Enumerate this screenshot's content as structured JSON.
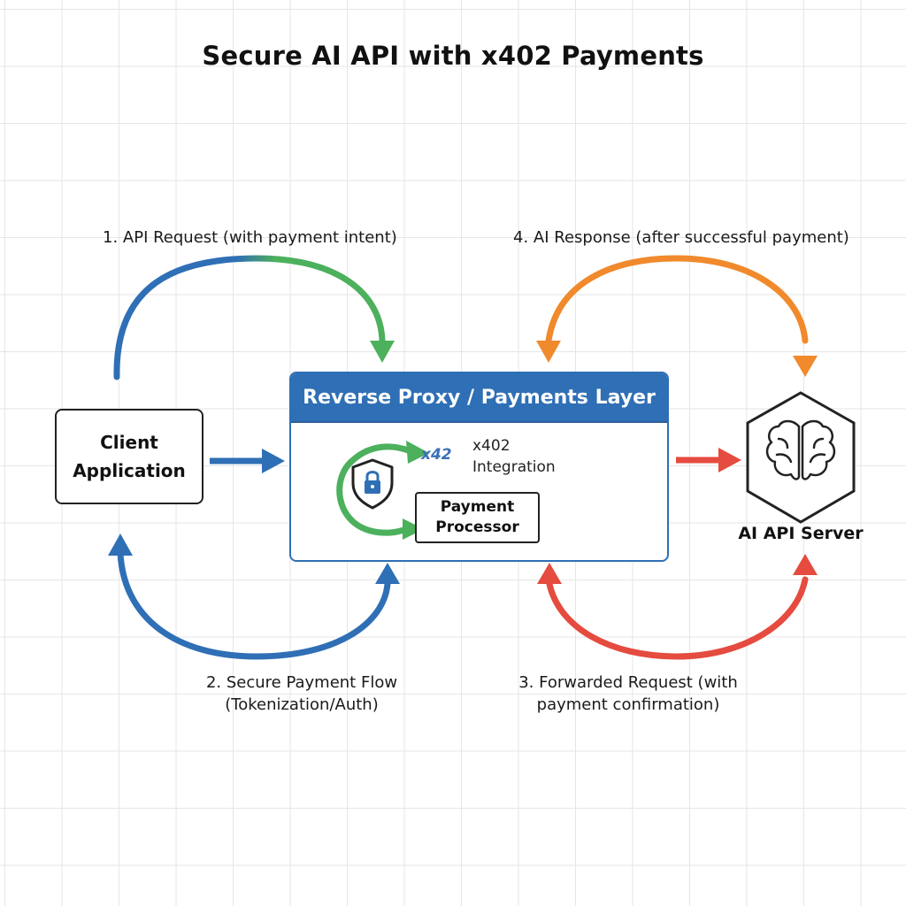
{
  "title": "Secure AI API with x402 Payments",
  "steps": {
    "step1": "1. API Request (with payment intent)",
    "step2_line1": "2. Secure Payment Flow",
    "step2_line2": "(Tokenization/Auth)",
    "step3_line1": "3. Forwarded Request (with",
    "step3_line2": "payment confirmation)",
    "step4": "4. AI Response (after successful payment)"
  },
  "client": {
    "line1": "Client",
    "line2": "Application"
  },
  "proxy": {
    "header": "Reverse Proxy / Payments Layer",
    "logo": "x42",
    "integration_line1": "x402",
    "integration_line2": "Integration",
    "processor_line1": "Payment",
    "processor_line2": "Processor"
  },
  "server": {
    "label": "AI API Server"
  },
  "colors": {
    "blue": "#2f6fb5",
    "green": "#4cb05c",
    "orange": "#f08a2c",
    "red": "#e54b3f"
  },
  "icons": [
    "shield-lock-icon",
    "brain-icon"
  ]
}
